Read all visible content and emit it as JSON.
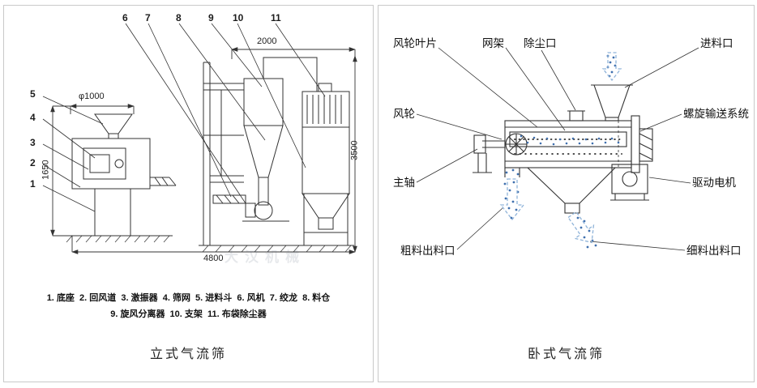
{
  "left_panel": {
    "title": "立式气流筛",
    "top_callouts": [
      "6",
      "7",
      "8",
      "9",
      "10",
      "11"
    ],
    "side_callouts": [
      "5",
      "4",
      "3",
      "2",
      "1"
    ],
    "dims": {
      "hopper_diameter": "φ1000",
      "top_width": "2000",
      "right_height": "3500",
      "left_height": "1650",
      "bottom_width": "4800"
    },
    "legend_line1": "1. 底座  2. 回风道  3. 激振器  4. 筛网  5. 进料斗  6. 风机  7. 绞龙  8. 料仓",
    "legend_line2": "9. 旋风分离器  10. 支架  11. 布袋除尘器",
    "watermark": "大汉机械"
  },
  "right_panel": {
    "title": "卧式气流筛",
    "labels": [
      "风轮叶片",
      "网架",
      "除尘口",
      "进料口",
      "风轮",
      "螺旋输送系统",
      "主轴",
      "驱动电机",
      "粗料出料口",
      "细料出料口"
    ]
  },
  "colors": {
    "line": "#333333",
    "particle_blue": "#3f6fae",
    "flow_arrow_blue": "#8fb3d9",
    "panel_border": "#c9c9c9"
  }
}
